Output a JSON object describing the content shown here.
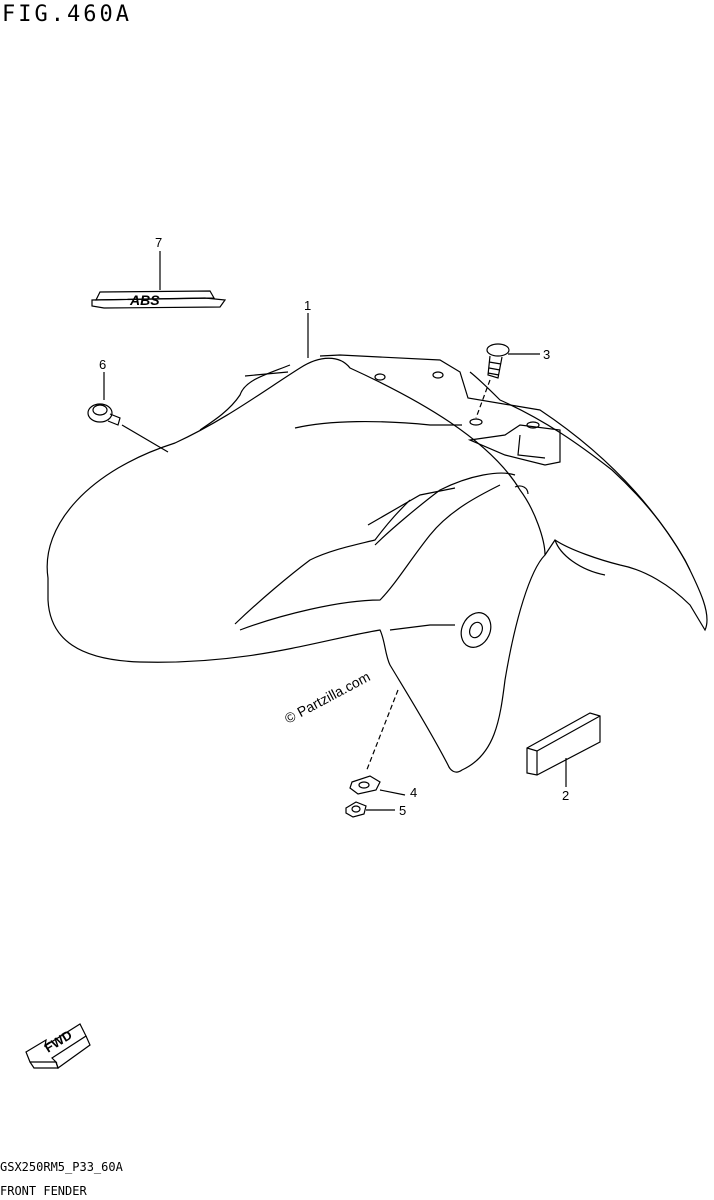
{
  "figure": {
    "title": "FIG.460A",
    "drawing_code": "GSX250RM5_P33_60A",
    "section_name": "FRONT FENDER"
  },
  "callouts": [
    {
      "number": "1"
    },
    {
      "number": "2"
    },
    {
      "number": "3"
    },
    {
      "number": "4"
    },
    {
      "number": "5"
    },
    {
      "number": "6"
    },
    {
      "number": "7"
    }
  ],
  "labels": {
    "abs_emblem_text": "ABS",
    "watermark": "© Partzilla.com",
    "fwd_arrow_text": "FWD"
  }
}
